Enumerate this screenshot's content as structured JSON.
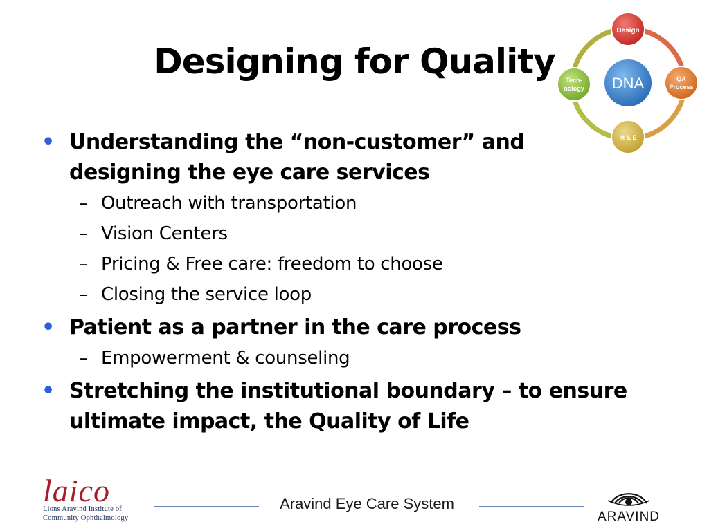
{
  "slide": {
    "title": "Designing for Quality"
  },
  "dna_diagram": {
    "center": "DNA",
    "nodes": {
      "top": "Design",
      "right_line1": "QA",
      "right_line2": "Process",
      "bottom": "M & E",
      "left_line1": "Tech-",
      "left_line2": "nology"
    },
    "colors": {
      "design": "#d8322e",
      "qa_process": "#e0782c",
      "me": "#d4b44a",
      "technology": "#8cbc3c",
      "center": "#3a84cc"
    }
  },
  "content": {
    "bullet_glyph": "•",
    "dash_glyph": "–",
    "bullets": [
      {
        "line1": "Understanding the “non-customer” and",
        "line2": "designing the eye care services",
        "subs": [
          "Outreach with transportation",
          "Vision Centers",
          "Pricing & Free care: freedom to choose",
          "Closing the service loop"
        ]
      },
      {
        "line1": "Patient as a partner in the care process",
        "subs": [
          "Empowerment & counseling"
        ]
      },
      {
        "line1": "Stretching the institutional boundary – to ensure",
        "line2": "ultimate impact, the Quality of Life"
      }
    ]
  },
  "footer": {
    "text": "Aravind Eye Care System",
    "laico_logo": {
      "word": "laico",
      "org_line1": "Lions Aravind Institute of",
      "org_line2": "Community Ophthalmology"
    },
    "aravind_logo": {
      "name": "ARAVIND",
      "icon": "eye-logo-icon"
    }
  }
}
